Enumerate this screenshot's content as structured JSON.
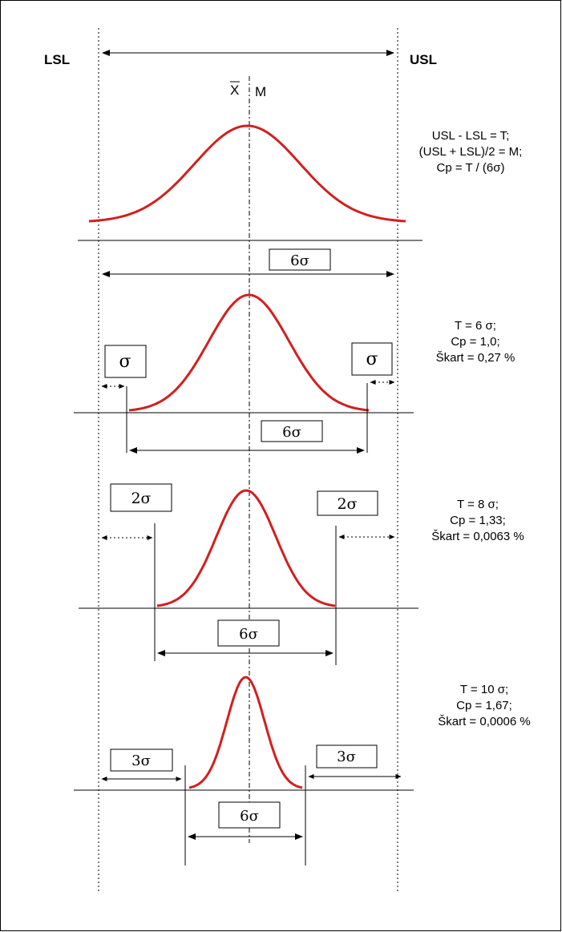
{
  "limits": {
    "lower": "LSL",
    "upper": "USL"
  },
  "center": {
    "mean_symbol": "X",
    "mid_label": "M"
  },
  "formulas": [
    "USL - LSL = T;",
    "(USL + LSL)/2 = M;",
    "Cp = T / (6σ)"
  ],
  "panel1": {
    "box": "6σ"
  },
  "panel2": {
    "box_left": "σ",
    "box_right": "σ",
    "box_bottom": "6σ",
    "info": [
      "T = 6 σ;",
      "Cp = 1,0;",
      "Škart = 0,27 %"
    ]
  },
  "panel3": {
    "box_left": "2σ",
    "box_right": "2σ",
    "box_bottom": "6σ",
    "info": [
      "T = 8 σ;",
      "Cp = 1,33;",
      "Škart = 0,0063 %"
    ]
  },
  "panel4": {
    "box_left": "3σ",
    "box_right": "3σ",
    "box_bottom": "6σ",
    "info": [
      "T = 10 σ;",
      "Cp = 1,67;",
      "Škart = 0,0006 %"
    ]
  },
  "colors": {
    "curve": "#d21f1f",
    "lines": "#000000"
  }
}
